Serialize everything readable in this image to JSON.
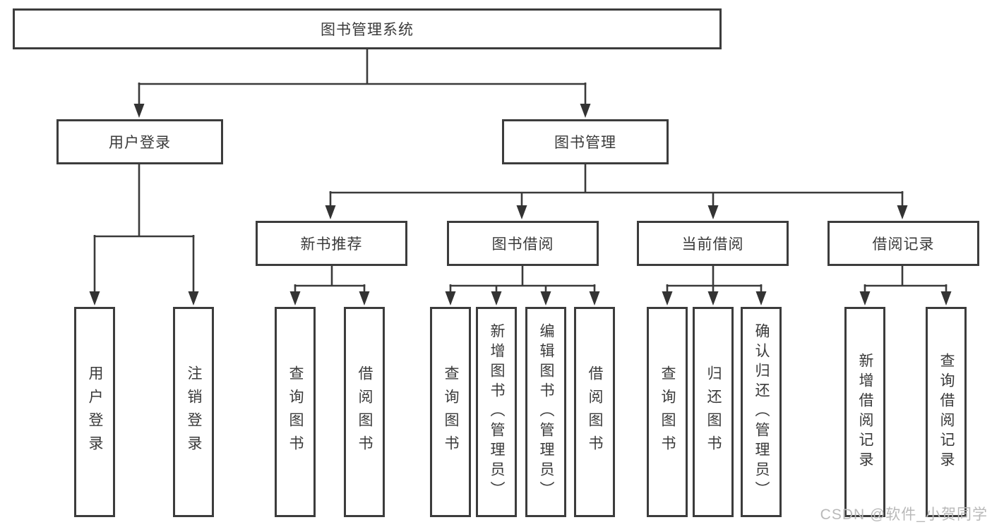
{
  "colors": {
    "line": "#3a3a3a",
    "border": "#3c3c3c",
    "text": "#3a3a3a",
    "background": "#ffffff",
    "watermark": "#b9b9b9"
  },
  "watermark": {
    "text": "CSDN @软件_小贺同学"
  },
  "tree": {
    "label": "图书管理系统",
    "children": [
      {
        "label": "用户登录",
        "children": [
          {
            "label": "用户登录"
          },
          {
            "label": "注销登录"
          }
        ]
      },
      {
        "label": "图书管理",
        "children": [
          {
            "label": "新书推荐",
            "children": [
              {
                "label": "查询图书"
              },
              {
                "label": "借阅图书"
              }
            ]
          },
          {
            "label": "图书借阅",
            "children": [
              {
                "label": "查询图书"
              },
              {
                "label": "新增图书（管理员）"
              },
              {
                "label": "编辑图书（管理员）"
              },
              {
                "label": "借阅图书"
              }
            ]
          },
          {
            "label": "当前借阅",
            "children": [
              {
                "label": "查询图书"
              },
              {
                "label": "归还图书"
              },
              {
                "label": "确认归还（管理员）"
              }
            ]
          },
          {
            "label": "借阅记录",
            "children": [
              {
                "label": "新增借阅记录"
              },
              {
                "label": "查询借阅记录"
              }
            ]
          }
        ]
      }
    ]
  }
}
